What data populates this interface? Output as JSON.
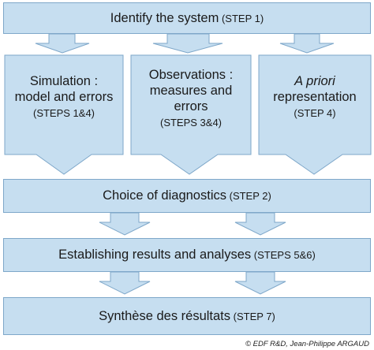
{
  "step1": {
    "text": "Identify the system",
    "paren_open": " (",
    "tag": "STEP 1",
    "paren_close": ")"
  },
  "simulation": {
    "line1": "Simulation :",
    "line2": "model and errors",
    "tag": "(STEPS 1&4)"
  },
  "observations": {
    "line1": "Observations :",
    "line2": "measures and",
    "line3": "errors",
    "tag": "(STEPS 3&4)"
  },
  "apriori": {
    "line1": "A priori",
    "line2": "representation",
    "tag": "(STEP 4)"
  },
  "diagnostics": {
    "text": "Choice of diagnostics",
    "paren_open": " (",
    "tag": "STEP 2",
    "paren_close": ")"
  },
  "results": {
    "text": "Establishing results and analyses",
    "paren_open": " (",
    "tag": "STEPS 5&6",
    "paren_close": ")"
  },
  "synthese": {
    "text": "Synthèse des résultats",
    "paren_open": " (",
    "tag": "STEP 7",
    "paren_close": ")"
  },
  "credit": "© EDF R&D, Jean-Philippe ARGAUD"
}
